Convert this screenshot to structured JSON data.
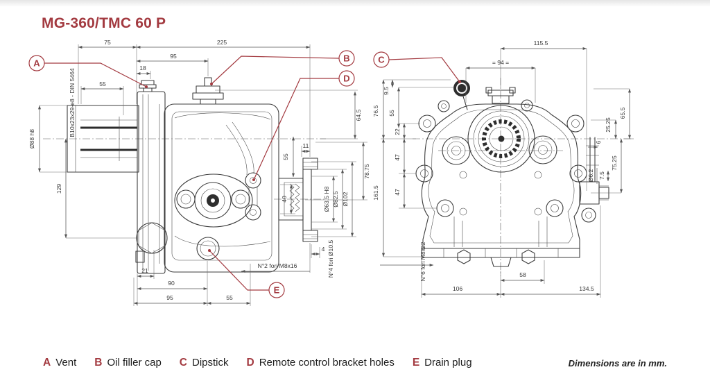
{
  "title": "MG-360/TMC 60 P",
  "note": "Dimensions are in mm.",
  "colors": {
    "accent": "#a33a40",
    "line": "#3c3c3c",
    "dim_text": "#3a3a3a"
  },
  "callouts": {
    "A": "A",
    "B": "B",
    "C": "C",
    "D": "D",
    "E": "E"
  },
  "legend": [
    {
      "key": "A",
      "label": "Vent"
    },
    {
      "key": "B",
      "label": "Oil filler cap"
    },
    {
      "key": "C",
      "label": "Dipstick"
    },
    {
      "key": "D",
      "label": "Remote control bracket holes"
    },
    {
      "key": "E",
      "label": "Drain plug"
    }
  ],
  "side_view": {
    "dims": {
      "d75": "75",
      "d225": "225",
      "d95_top": "95",
      "d18": "18",
      "d55_left": "55",
      "spline_spec": "B10x23x29-e8 - DIN 5464",
      "shaft_dia": "Ø88 h8",
      "d129": "129",
      "d64_5": "64.5",
      "d55_mid": "55",
      "d11": "11",
      "d78_75": "78.75",
      "d63_5": "Ø63.5 H8",
      "d82_5": "Ø82.5",
      "d102": "Ø102",
      "d40": "40",
      "d4": "4",
      "d21": "21",
      "d90": "90",
      "d95_bot": "95",
      "d55_bot": "55",
      "holes2": "N°2 fori M8x16",
      "holes4": "N°4 fori Ø10.5"
    }
  },
  "rear_view": {
    "dims": {
      "d115_5": "115.5",
      "d94": "= 94 =",
      "d76_5": "76.5",
      "d9_5": "9.5",
      "d55": "55",
      "d22": "22",
      "d47a": "47",
      "d47b": "47",
      "d161_5": "161.5",
      "d65_5": "65.5",
      "d25_25": "25.25",
      "d75_25": "75.25",
      "d6": "6",
      "d6_2": "Ø6.2",
      "d7_5": "7.5",
      "d58": "58",
      "d106": "106",
      "d134_5": "134.5",
      "holes6": "N°6 fori M8x22"
    }
  }
}
